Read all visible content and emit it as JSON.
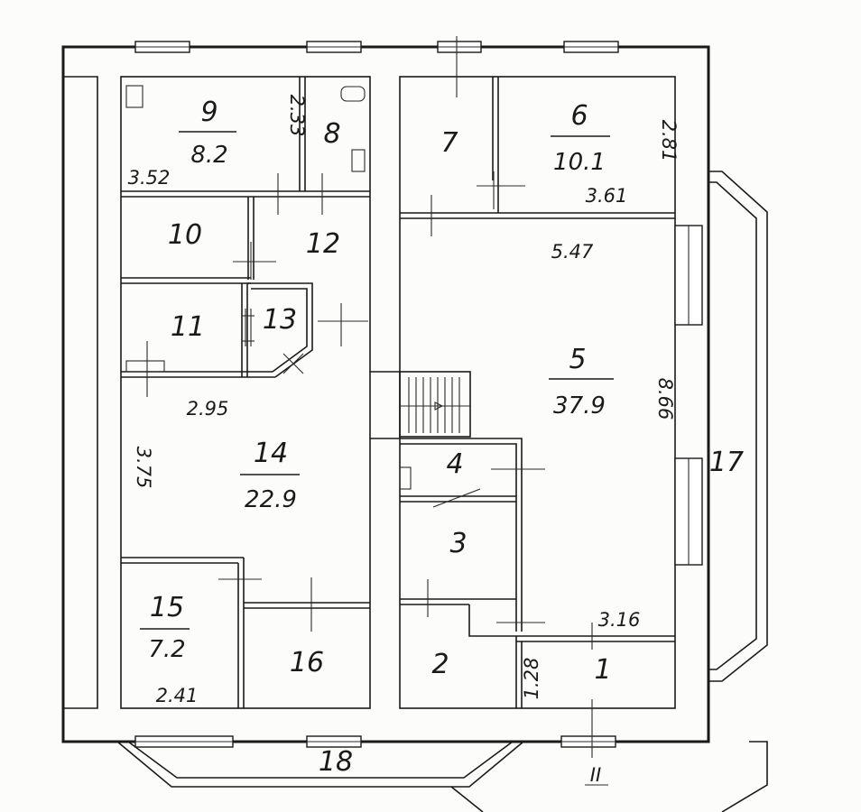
{
  "rooms": [
    {
      "id": "1",
      "area": ""
    },
    {
      "id": "2",
      "area": ""
    },
    {
      "id": "3",
      "area": ""
    },
    {
      "id": "4",
      "area": ""
    },
    {
      "id": "5",
      "area": "37.9"
    },
    {
      "id": "6",
      "area": "10.1"
    },
    {
      "id": "7",
      "area": ""
    },
    {
      "id": "8",
      "area": ""
    },
    {
      "id": "9",
      "area": "8.2"
    },
    {
      "id": "10",
      "area": ""
    },
    {
      "id": "11",
      "area": ""
    },
    {
      "id": "12",
      "area": ""
    },
    {
      "id": "13",
      "area": ""
    },
    {
      "id": "14",
      "area": "22.9"
    },
    {
      "id": "15",
      "area": "7.2"
    },
    {
      "id": "16",
      "area": ""
    },
    {
      "id": "17",
      "area": ""
    },
    {
      "id": "18",
      "area": ""
    }
  ],
  "dimensions": [
    "3.52",
    "2.33",
    "2.81",
    "3.61",
    "5.47",
    "8.66",
    "2.95",
    "3.75",
    "3.16",
    "1.28",
    "2.41"
  ],
  "section_mark": "II"
}
